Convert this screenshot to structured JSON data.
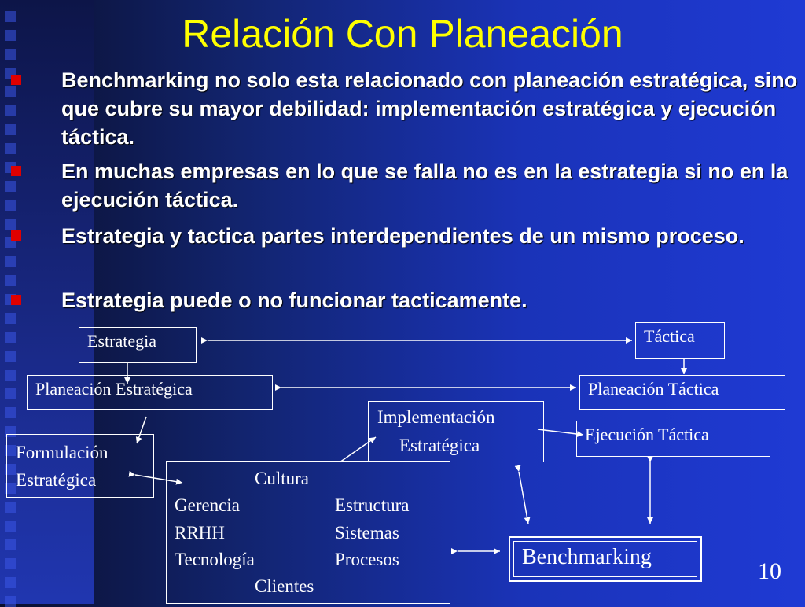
{
  "title": "Relación Con Planeación",
  "bullets": [
    "Benchmarking no solo esta relacionado con planeación estratégica, sino que cubre su mayor debilidad: implementación estratégica y ejecución táctica.",
    "En muchas empresas en lo que se falla no es en la estrategia si no en la ejecución táctica.",
    "Estrategia y tactica partes interdependientes de un mismo proceso.",
    "Estrategia puede o no funcionar tacticamente."
  ],
  "diagram": {
    "estrategia": "Estrategia",
    "tactica": "Táctica",
    "planeacion_estrategica": "Planeación Estratégica",
    "planeacion_tactica": "Planeación Táctica",
    "implementacion_1": "Implementación",
    "implementacion_2": "Estratégica",
    "ejecucion_tactica": "Ejecución Táctica",
    "formulacion_1": "Formulación",
    "formulacion_2": "Estratégica",
    "cultura": "Cultura",
    "gerencia": "Gerencia",
    "estructura": "Estructura",
    "rrhh": "RRHH",
    "sistemas": "Sistemas",
    "tecnologia": "Tecnología",
    "procesos": "Procesos",
    "clientes": "Clientes",
    "benchmarking": "Benchmarking"
  },
  "page_number": "10",
  "colors": {
    "title": "#ffff00",
    "bullet": "#e00000",
    "text": "#ffffff"
  }
}
